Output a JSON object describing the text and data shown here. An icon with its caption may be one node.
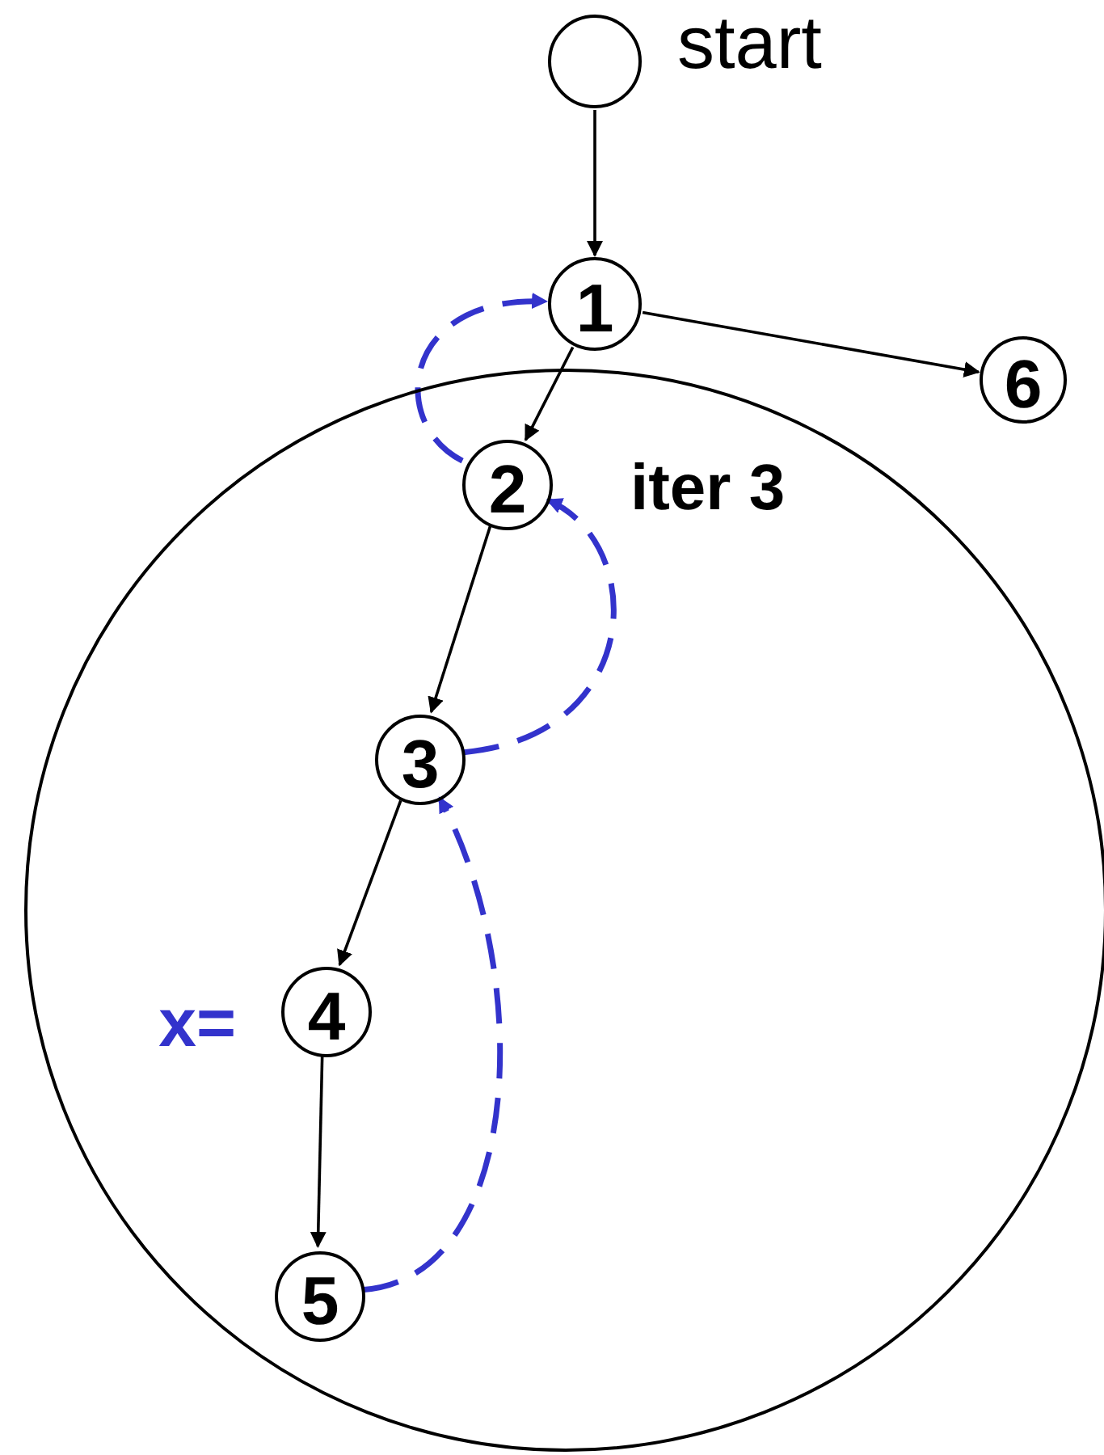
{
  "diagram": {
    "nodes": [
      {
        "text": [],
        "shape": "circle",
        "beside": [
          "start"
        ]
      },
      {
        "text": [
          "1"
        ]
      },
      {
        "text": [
          "6"
        ]
      },
      {
        "text": [],
        "shape": "circle"
      },
      {
        "text": [
          "2"
        ],
        "in": 3
      },
      {
        "text": [
          "3"
        ],
        "in": 3
      },
      {
        "text": [
          "4"
        ],
        "in": 3,
        "beside": [
          "x="
        ]
      },
      {
        "text": [
          "5"
        ],
        "in": 3
      }
    ],
    "edges": [
      {
        "from": 0,
        "to": 1,
        "arrow": "to"
      },
      {
        "from": 1,
        "to": 2,
        "arrow": "to"
      },
      {
        "from": 1,
        "to": 4,
        "arrow": "to"
      },
      {
        "from": 4,
        "to": 5,
        "arrow": "to"
      },
      {
        "from": 5,
        "to": 6,
        "arrow": "to"
      },
      {
        "from": 6,
        "to": 7,
        "arrow": "to"
      },
      {
        "from": 4,
        "to": 1,
        "arrow": "to",
        "style": "dashed",
        "color": "#3333cc"
      },
      {
        "from": 5,
        "to": 4,
        "arrow": "to",
        "style": "dashed",
        "color": "#3333cc"
      },
      {
        "from": 7,
        "to": 5,
        "arrow": "to",
        "style": "dashed",
        "color": "#3333cc"
      }
    ],
    "labels": [
      "iter 3"
    ]
  }
}
